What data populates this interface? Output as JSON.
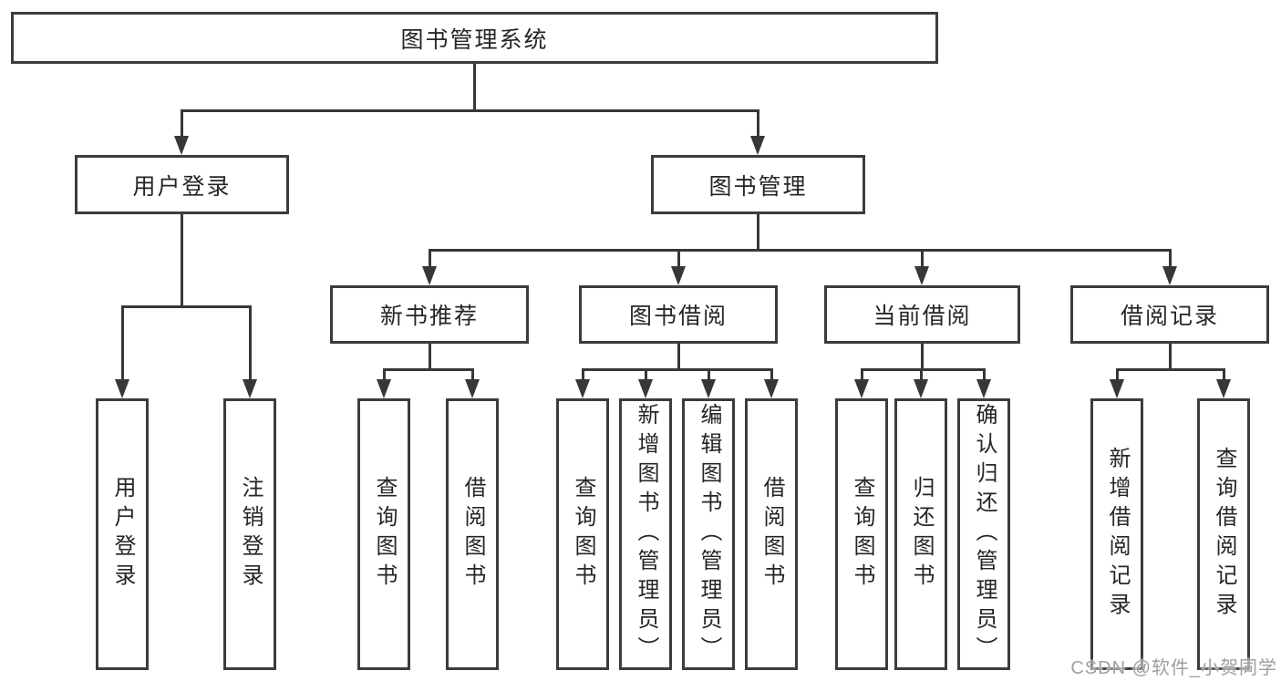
{
  "colors": {
    "line": "#373737",
    "border": "#3c3c3c",
    "text": "#262626",
    "background": "#ffffff",
    "watermark": "#9e9e9e"
  },
  "watermark": {
    "text": "CSDN @软件_小贺同学"
  },
  "tree": {
    "label": "图书管理系统",
    "children": [
      {
        "label": "用户登录",
        "children": [
          {
            "label": "用户登录"
          },
          {
            "label": "注销登录"
          }
        ]
      },
      {
        "label": "图书管理",
        "children": [
          {
            "label": "新书推荐",
            "children": [
              {
                "label": "查询图书"
              },
              {
                "label": "借阅图书"
              }
            ]
          },
          {
            "label": "图书借阅",
            "children": [
              {
                "label": "查询图书"
              },
              {
                "label": "新增图书（管理员）"
              },
              {
                "label": "编辑图书（管理员）"
              },
              {
                "label": "借阅图书"
              }
            ]
          },
          {
            "label": "当前借阅",
            "children": [
              {
                "label": "查询图书"
              },
              {
                "label": "归还图书"
              },
              {
                "label": "确认归还（管理员）"
              }
            ]
          },
          {
            "label": "借阅记录",
            "children": [
              {
                "label": "新增借阅记录"
              },
              {
                "label": "查询借阅记录"
              }
            ]
          }
        ]
      }
    ]
  }
}
